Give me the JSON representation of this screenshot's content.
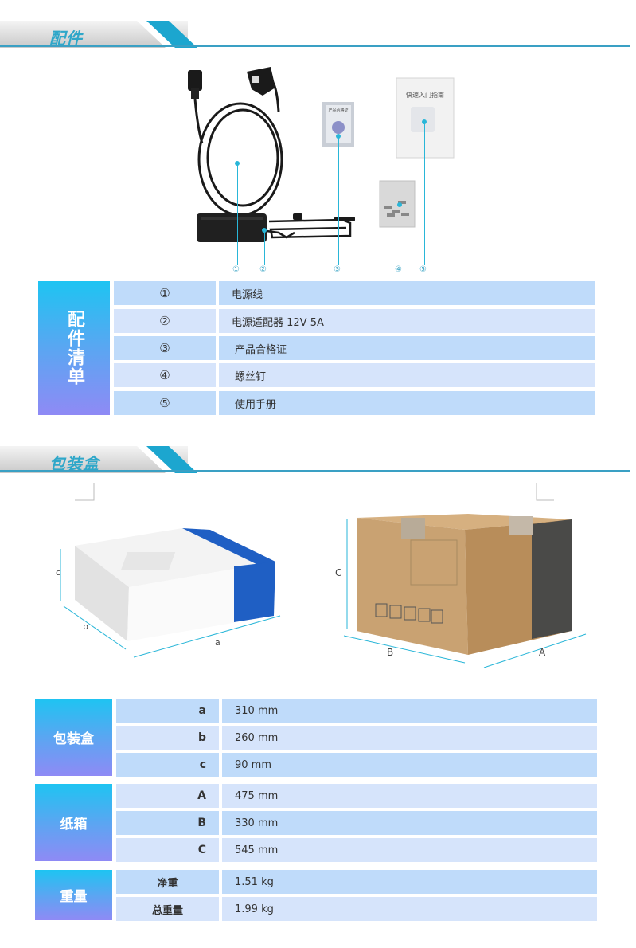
{
  "accessories": {
    "header": "配件",
    "side_label": "配件清单",
    "markers": [
      "①",
      "②",
      "③",
      "④",
      "⑤"
    ],
    "manual_cover_text": "快速入门指南",
    "certificate_text": "产品合格证",
    "rows": [
      {
        "num": "①",
        "name": "电源线"
      },
      {
        "num": "②",
        "name": "电源适配器  12V 5A"
      },
      {
        "num": "③",
        "name": "产品合格证"
      },
      {
        "num": "④",
        "name": "螺丝钉"
      },
      {
        "num": "⑤",
        "name": "使用手册"
      }
    ]
  },
  "packaging": {
    "header": "包装盒",
    "box_labels": {
      "a": "a",
      "b": "b",
      "c": "c"
    },
    "carton_labels": {
      "A": "A",
      "B": "B",
      "C": "C"
    },
    "groups": [
      {
        "label": "包装盒",
        "rows": [
          {
            "key": "a",
            "value": "310 mm"
          },
          {
            "key": "b",
            "value": "260 mm"
          },
          {
            "key": "c",
            "value": "90 mm"
          }
        ]
      },
      {
        "label": "纸箱",
        "rows": [
          {
            "key": "A",
            "value": "475 mm"
          },
          {
            "key": "B",
            "value": "330 mm"
          },
          {
            "key": "C",
            "value": "545 mm"
          }
        ]
      },
      {
        "label": "重量",
        "rows": [
          {
            "key": "净重",
            "value": "1.51 kg"
          },
          {
            "key": "总重量",
            "value": "1.99 kg"
          }
        ]
      }
    ]
  },
  "colors": {
    "accent": "#2fa7c9",
    "row": "#bfdbfa",
    "row_alt": "#d6e4fb",
    "box_band": "#1f5fc4",
    "carton": "#c9a272"
  }
}
